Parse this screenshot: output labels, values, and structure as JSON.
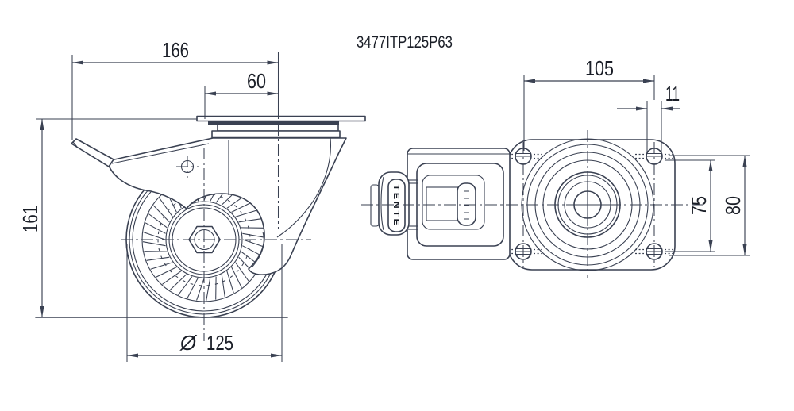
{
  "part_number": "3477ITP125P63",
  "brand_label": "TENTE",
  "colors": {
    "line": "#3a4152",
    "text": "#1a1e27",
    "background": "#ffffff"
  },
  "left_view": {
    "dim_overall_length": "166",
    "dim_swivel_offset": "60",
    "dim_overall_height": "161",
    "dim_wheel_diameter_symbol": "Ø",
    "dim_wheel_diameter_value": "125"
  },
  "right_view": {
    "dim_bolt_spacing_width": "105",
    "dim_bolt_hole_width": "11",
    "dim_bolt_spacing_height": "75",
    "dim_plate_span_height": "80"
  }
}
